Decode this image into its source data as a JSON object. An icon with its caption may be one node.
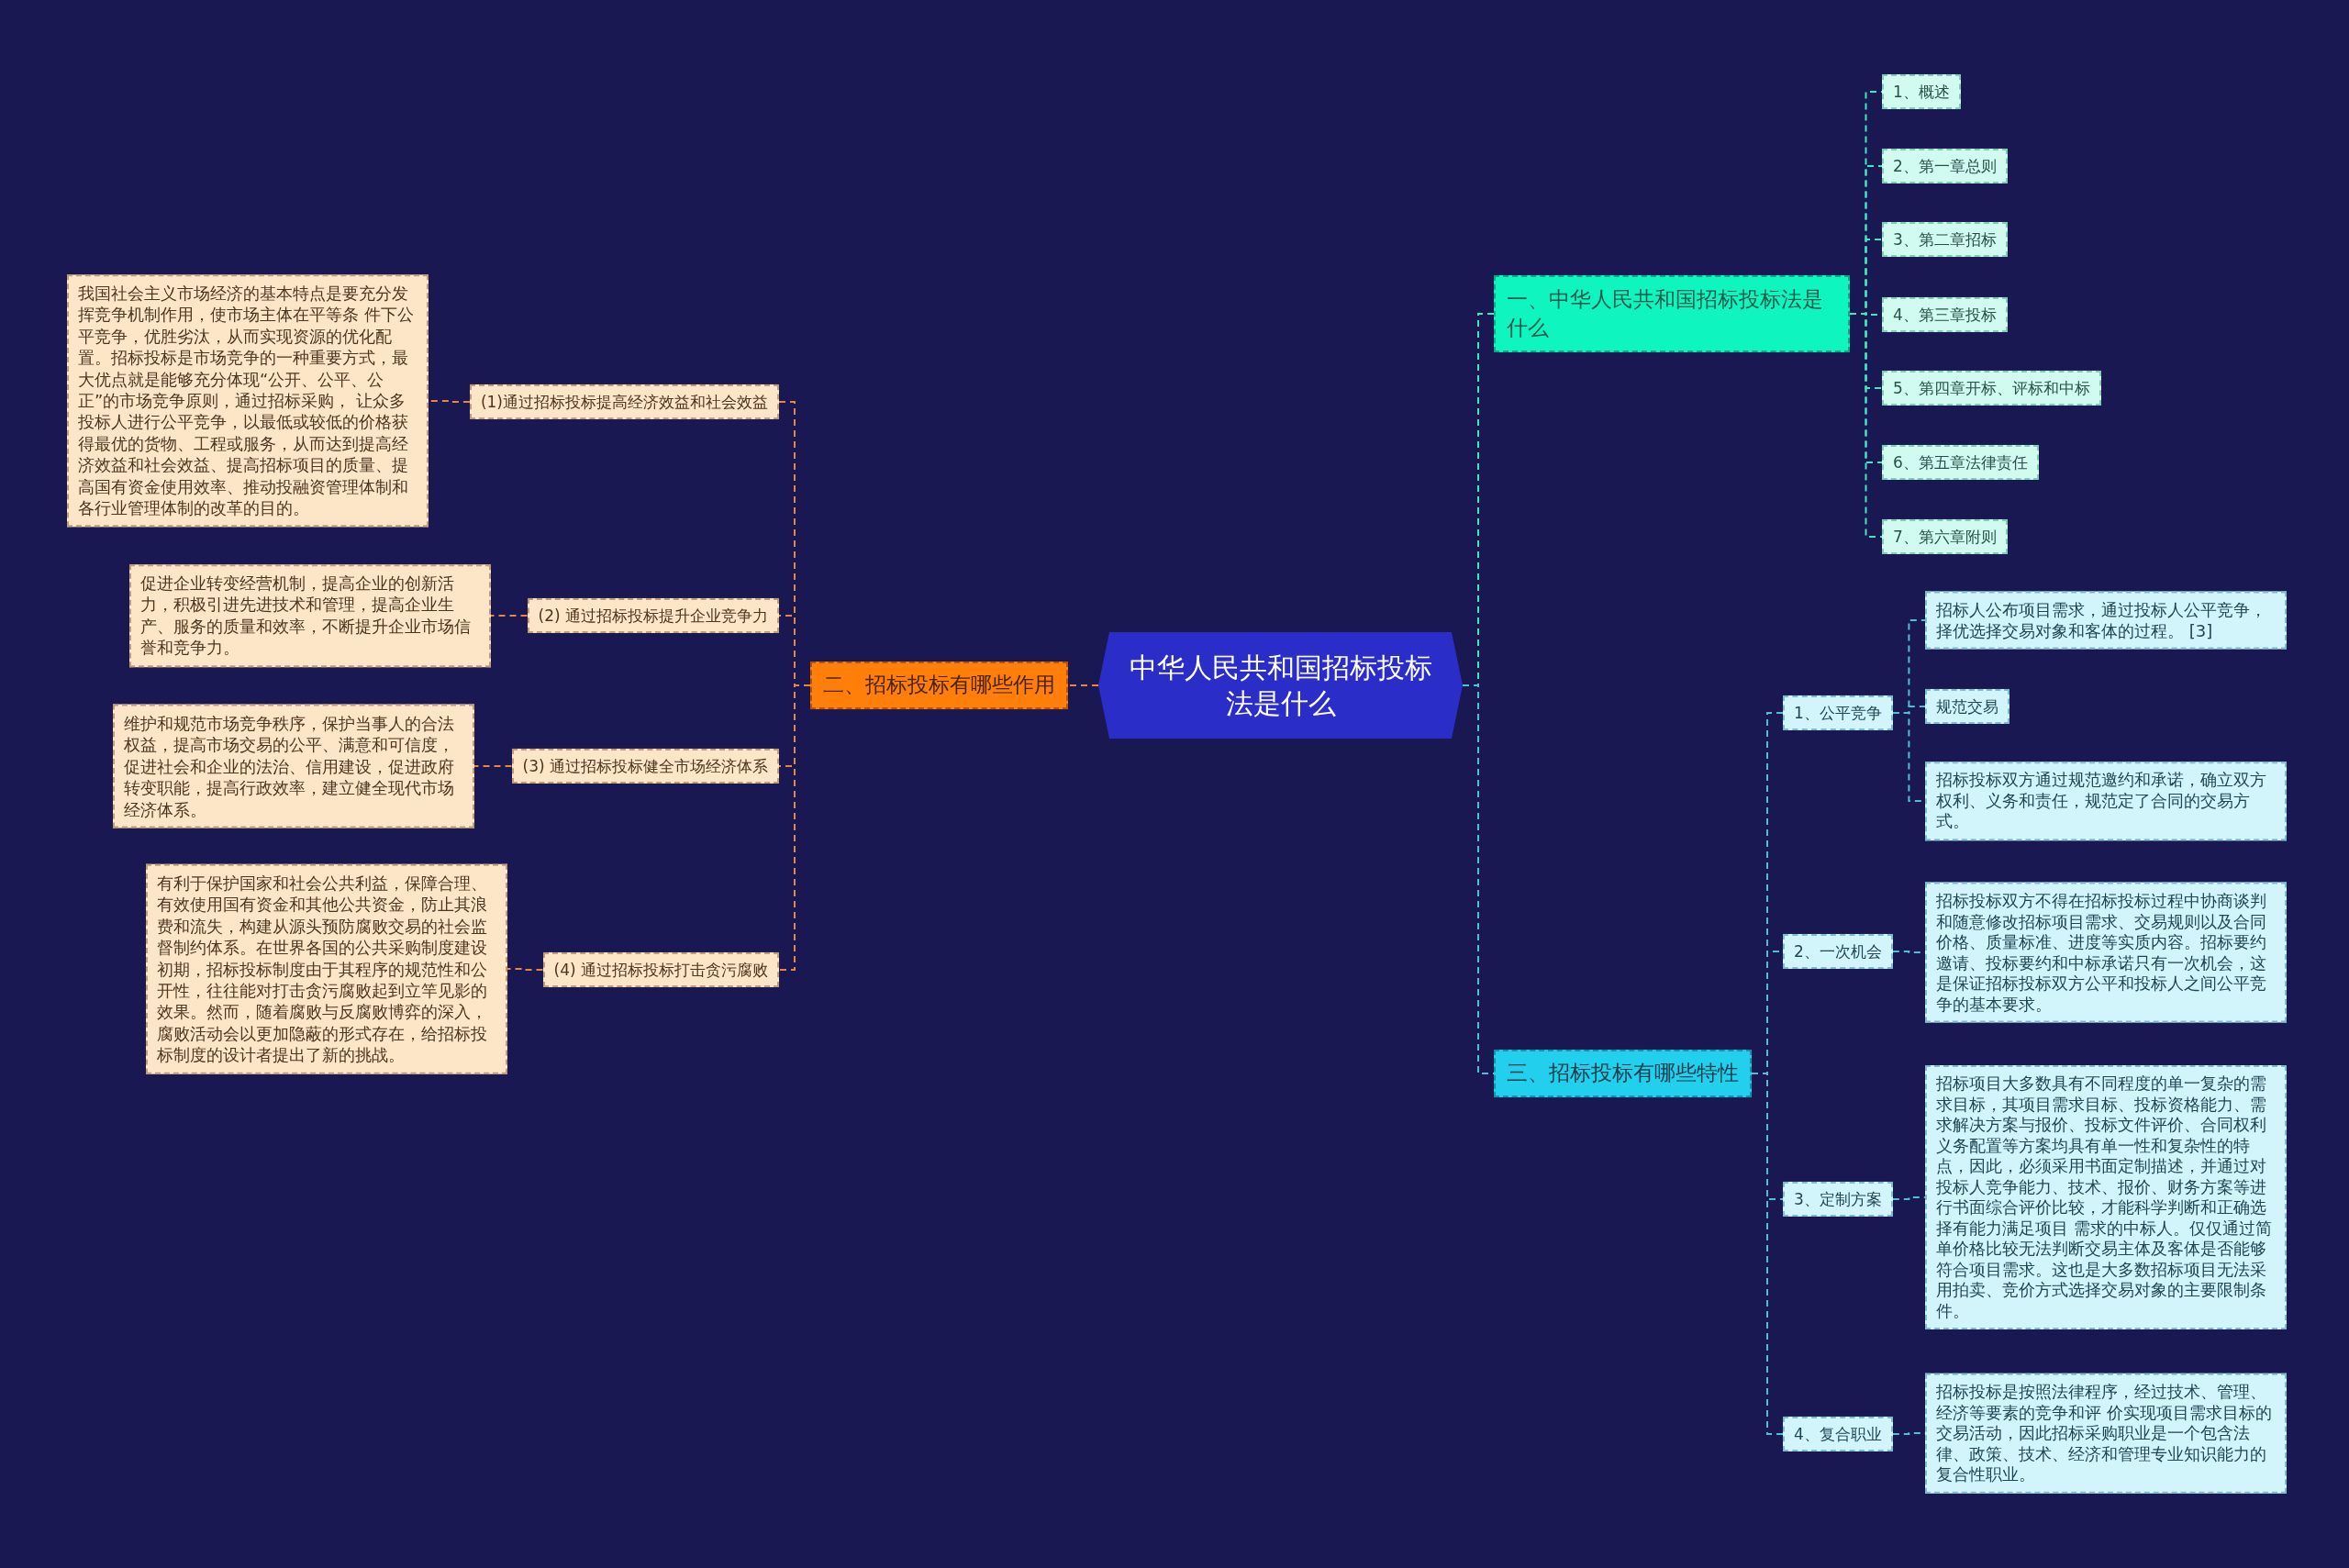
{
  "diagram": {
    "nodes": [
      {
        "text": [
          "中华人民共和国招标投标法是什么"
        ]
      },
      {
        "text": [
          "一、中华人民共和国招标投标法是什么"
        ]
      },
      {
        "text": [
          "1、概述"
        ]
      },
      {
        "text": [
          "2、第一章总则"
        ]
      },
      {
        "text": [
          "3、第二章招标"
        ]
      },
      {
        "text": [
          "4、第三章投标"
        ]
      },
      {
        "text": [
          "5、第四章开标、评标和中标"
        ]
      },
      {
        "text": [
          "6、第五章法律责任"
        ]
      },
      {
        "text": [
          "7、第六章附则"
        ]
      },
      {
        "text": [
          "二、招标投标有哪些作用"
        ]
      },
      {
        "text": [
          "(1)通过招标投标提高经济效益和社会效益"
        ]
      },
      {
        "text": [
          "我国社会主义市场经济的基本特点是要充分发挥竞争机制作用，使市场主体在平等条 件下公平竞争，优胜劣汰，从而实现资源的优化配置。招标投标是市场竞争的一种重要方式，最大优点就是能够充分体现“公开、公平、公正”的市场竞争原则，通过招标采购， 让众多投标人进行公平竞争，以最低或较低的价格获得最优的货物、工程或服务，从而达到提高经济效益和社会效益、提高招标项目的质量、提高国有资金使用效率、推动投融资管理体制和各行业管理体制的改革的目的。"
        ]
      },
      {
        "text": [
          "(2) 通过招标投标提升企业竞争力"
        ]
      },
      {
        "text": [
          "促进企业转变经营机制，提高企业的创新活力，积极引进先进技术和管理，提高企业生产、服务的质量和效率，不断提升企业市场信誉和竞争力。"
        ]
      },
      {
        "text": [
          "(3) 通过招标投标健全市场经济体系"
        ]
      },
      {
        "text": [
          "维护和规范市场竞争秩序，保护当事人的合法权益，提高市场交易的公平、满意和可信度，促进社会和企业的法治、信用建设，促进政府转变职能，提高行政效率，建立健全现代市场经济体系。"
        ]
      },
      {
        "text": [
          "(4) 通过招标投标打击贪污腐败"
        ]
      },
      {
        "text": [
          "有利于保护国家和社会公共利益，保障合理、有效使用国有资金和其他公共资金，防止其浪费和流失，构建从源头预防腐败交易的社会监督制约体系。在世界各国的公共采购制度建设初期，招标投标制度由于其程序的规范性和公开性，往往能对打击贪污腐败起到立竿见影的效果。然而，随着腐败与反腐败博弈的深入，腐败活动会以更加隐蔽的形式存在，给招标投标制度的设计者提出了新的挑战。"
        ]
      },
      {
        "text": [
          "三、招标投标有哪些特性"
        ]
      },
      {
        "text": [
          "1、公平竞争"
        ]
      },
      {
        "text": [
          "招标人公布项目需求，通过投标人公平竞争，择优选择交易对象和客体的过程。 [3]"
        ]
      },
      {
        "text": [
          "规范交易"
        ]
      },
      {
        "text": [
          "招标投标双方通过规范邀约和承诺，确立双方权利、义务和责任，规范定了合同的交易方式。"
        ]
      },
      {
        "text": [
          "2、一次机会"
        ]
      },
      {
        "text": [
          "招标投标双方不得在招标投标过程中协商谈判和随意修改招标项目需求、交易规则以及合同价格、质量标准、进度等实质内容。招标要约邀请、投标要约和中标承诺只有一次机会，这是保证招标投标双方公平和投标人之间公平竞争的基本要求。"
        ]
      },
      {
        "text": [
          "3、定制方案"
        ]
      },
      {
        "text": [
          "招标项目大多数具有不同程度的单一复杂的需求目标，其项目需求目标、投标资格能力、需求解决方案与报价、投标文件评价、合同权利义务配置等方案均具有单一性和复杂性的特点，因此，必须采用书面定制描述，并通过对投标人竞争能力、技术、报价、财务方案等进行书面综合评价比较，才能科学判断和正确选择有能力满足项目 需求的中标人。仅仅通过简单价格比较无法判断交易主体及客体是否能够符合项目需求。这也是大多数招标项目无法采用拍卖、竞价方式选择交易对象的主要限制条件。"
        ]
      },
      {
        "text": [
          "4、复合职业"
        ]
      },
      {
        "text": [
          "招标投标是按照法律程序，经过技术、管理、经济等要素的竞争和评 价实现项目需求目标的交易活动，因此招标采购职业是一个包含法律、政策、技术、经济和管理专业知识能力的复合性职业。"
        ]
      }
    ],
    "edges": [
      {
        "from": 0,
        "to": 1,
        "arrow": "none",
        "color": "#3ee8bd"
      },
      {
        "from": 1,
        "to": 2,
        "arrow": "none",
        "color": "#3ee8bd"
      },
      {
        "from": 1,
        "to": 3,
        "arrow": "none",
        "color": "#3ee8bd"
      },
      {
        "from": 1,
        "to": 4,
        "arrow": "none",
        "color": "#3ee8bd"
      },
      {
        "from": 1,
        "to": 5,
        "arrow": "none",
        "color": "#3ee8bd"
      },
      {
        "from": 1,
        "to": 6,
        "arrow": "none",
        "color": "#3ee8bd"
      },
      {
        "from": 1,
        "to": 7,
        "arrow": "none",
        "color": "#3ee8bd"
      },
      {
        "from": 1,
        "to": 8,
        "arrow": "none",
        "color": "#3ee8bd"
      },
      {
        "from": 0,
        "to": 9,
        "arrow": "none",
        "color": "#e8863a"
      },
      {
        "from": 9,
        "to": 10,
        "arrow": "none",
        "color": "#e8863a"
      },
      {
        "from": 10,
        "to": 11,
        "arrow": "none",
        "color": "#e8863a"
      },
      {
        "from": 9,
        "to": 12,
        "arrow": "none",
        "color": "#e8863a"
      },
      {
        "from": 12,
        "to": 13,
        "arrow": "none",
        "color": "#e8863a"
      },
      {
        "from": 9,
        "to": 14,
        "arrow": "none",
        "color": "#e8863a"
      },
      {
        "from": 14,
        "to": 15,
        "arrow": "none",
        "color": "#e8863a"
      },
      {
        "from": 9,
        "to": 16,
        "arrow": "none",
        "color": "#e8863a"
      },
      {
        "from": 16,
        "to": 17,
        "arrow": "none",
        "color": "#e8863a"
      },
      {
        "from": 0,
        "to": 18,
        "arrow": "none"
      },
      {
        "from": 18,
        "to": 19,
        "arrow": "none"
      },
      {
        "from": 19,
        "to": 20,
        "arrow": "none"
      },
      {
        "from": 19,
        "to": 21,
        "arrow": "none"
      },
      {
        "from": 19,
        "to": 22,
        "arrow": "none"
      },
      {
        "from": 18,
        "to": 23,
        "arrow": "none"
      },
      {
        "from": 23,
        "to": 24,
        "arrow": "none"
      },
      {
        "from": 18,
        "to": 25,
        "arrow": "none"
      },
      {
        "from": 25,
        "to": 26,
        "arrow": "none"
      },
      {
        "from": 18,
        "to": 27,
        "arrow": "none"
      },
      {
        "from": 27,
        "to": 28,
        "arrow": "none"
      }
    ]
  }
}
